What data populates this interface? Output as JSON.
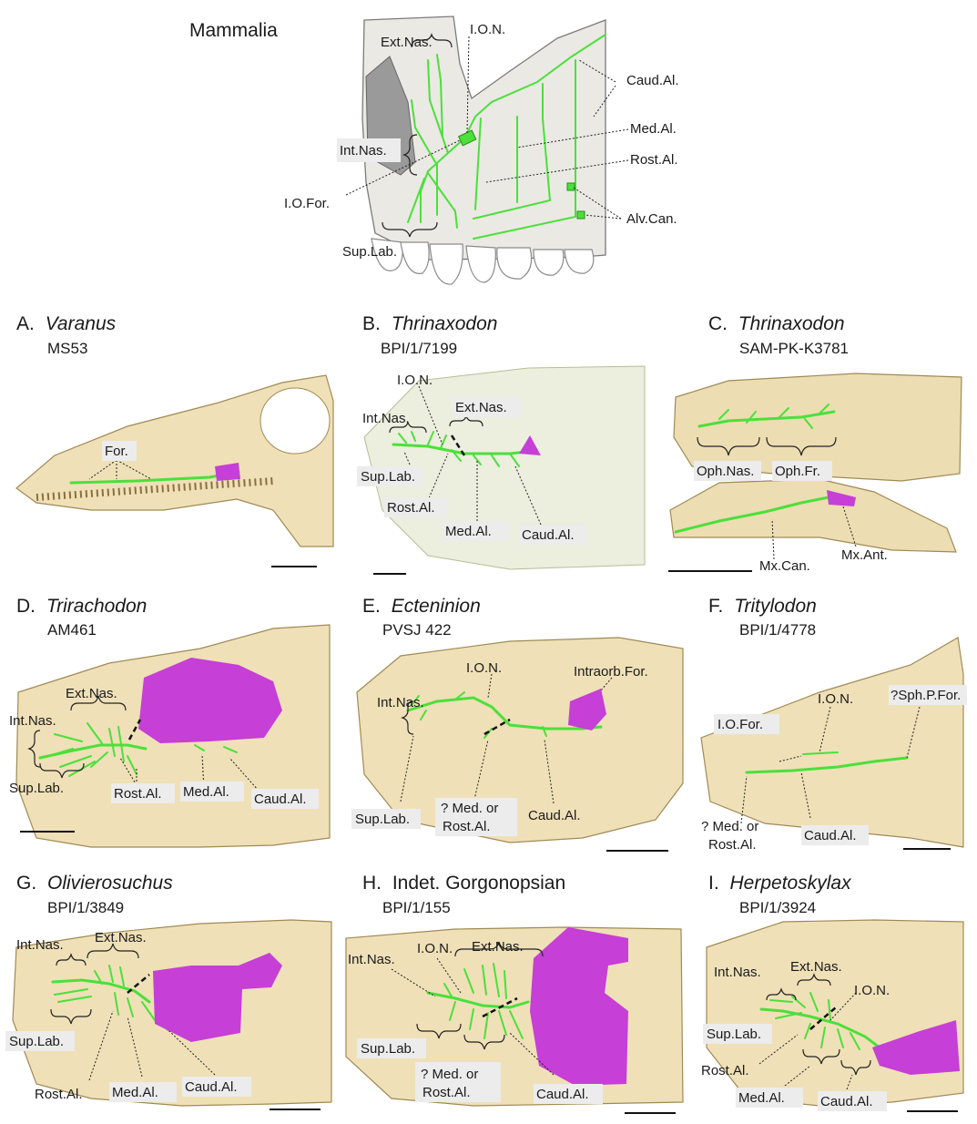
{
  "colors": {
    "nerve": "#4be03a",
    "gland": "#c63fd6",
    "bone": "#e9d5a0",
    "mammal_skull": "#ebe9e4",
    "nasal_cavity": "#9a9a9a"
  },
  "mammalia": {
    "title": "Mammalia",
    "labels": {
      "ext_nas": "Ext.Nas.",
      "ion": "I.O.N.",
      "caud_al": "Caud.Al.",
      "med_al": "Med.Al.",
      "int_nas": "Int.Nas.",
      "rost_al": "Rost.Al.",
      "io_for": "I.O.For.",
      "alv_can": "Alv.Can.",
      "sup_lab": "Sup.Lab."
    }
  },
  "panels": {
    "A": {
      "letter": "A.",
      "taxon": "Varanus",
      "taxon_italic": true,
      "specimen": "MS53",
      "labels": {
        "for": "For."
      }
    },
    "B": {
      "letter": "B.",
      "taxon": "Thrinaxodon",
      "taxon_italic": true,
      "specimen": "BPI/1/7199",
      "labels": {
        "ion": "I.O.N.",
        "int_nas": "Int.Nas.",
        "ext_nas": "Ext.Nas.",
        "sup_lab": "Sup.Lab.",
        "rost_al": "Rost.Al.",
        "med_al": "Med.Al.",
        "caud_al": "Caud.Al."
      }
    },
    "C": {
      "letter": "C.",
      "taxon": "Thrinaxodon",
      "taxon_italic": true,
      "specimen": "SAM-PK-K3781",
      "labels": {
        "oph_nas": "Oph.Nas.",
        "oph_fr": "Oph.Fr.",
        "mx_can": "Mx.Can.",
        "mx_ant": "Mx.Ant."
      }
    },
    "D": {
      "letter": "D.",
      "taxon": "Trirachodon",
      "taxon_italic": true,
      "specimen": "AM461",
      "labels": {
        "ext_nas": "Ext.Nas.",
        "int_nas": "Int.Nas.",
        "sup_lab": "Sup.Lab.",
        "rost_al": "Rost.Al.",
        "med_al": "Med.Al.",
        "caud_al": "Caud.Al."
      }
    },
    "E": {
      "letter": "E.",
      "taxon": "Ecteninion",
      "taxon_italic": true,
      "specimen": "PVSJ 422",
      "labels": {
        "ion": "I.O.N.",
        "intraorb_for": "Intraorb.For.",
        "int_nas": "Int.Nas.",
        "sup_lab": "Sup.Lab.",
        "med_or_rost_1": "? Med. or",
        "med_or_rost_2": "Rost.Al.",
        "caud_al": "Caud.Al."
      }
    },
    "F": {
      "letter": "F.",
      "taxon": "Tritylodon",
      "taxon_italic": true,
      "specimen": "BPI/1/4778",
      "labels": {
        "ion": "I.O.N.",
        "sph_p_for": "?Sph.P.For.",
        "io_for": "I.O.For.",
        "med_or_rost_1": "? Med. or",
        "med_or_rost_2": "Rost.Al.",
        "caud_al": "Caud.Al."
      }
    },
    "G": {
      "letter": "G.",
      "taxon": "Olivierosuchus",
      "taxon_italic": true,
      "specimen": "BPI/1/3849",
      "labels": {
        "int_nas": "Int.Nas.",
        "ext_nas": "Ext.Nas.",
        "sup_lab": "Sup.Lab.",
        "rost_al": "Rost.Al.",
        "med_al": "Med.Al.",
        "caud_al": "Caud.Al."
      }
    },
    "H": {
      "letter": "H.",
      "taxon": "Indet. Gorgonopsian",
      "taxon_italic": false,
      "specimen": "BPI/1/155",
      "labels": {
        "int_nas": "Int.Nas.",
        "ion": "I.O.N.",
        "ext_nas": "Ext.Nas.",
        "sup_lab": "Sup.Lab.",
        "med_or_rost_1": "? Med. or",
        "med_or_rost_2": "Rost.Al.",
        "caud_al": "Caud.Al."
      }
    },
    "I": {
      "letter": "I.",
      "taxon": "Herpetoskylax",
      "taxon_italic": true,
      "specimen": "BPI/1/3924",
      "labels": {
        "int_nas": "Int.Nas.",
        "ext_nas": "Ext.Nas.",
        "ion": "I.O.N.",
        "sup_lab": "Sup.Lab.",
        "rost_al": "Rost.Al.",
        "med_al": "Med.Al.",
        "caud_al": "Caud.Al."
      }
    }
  }
}
